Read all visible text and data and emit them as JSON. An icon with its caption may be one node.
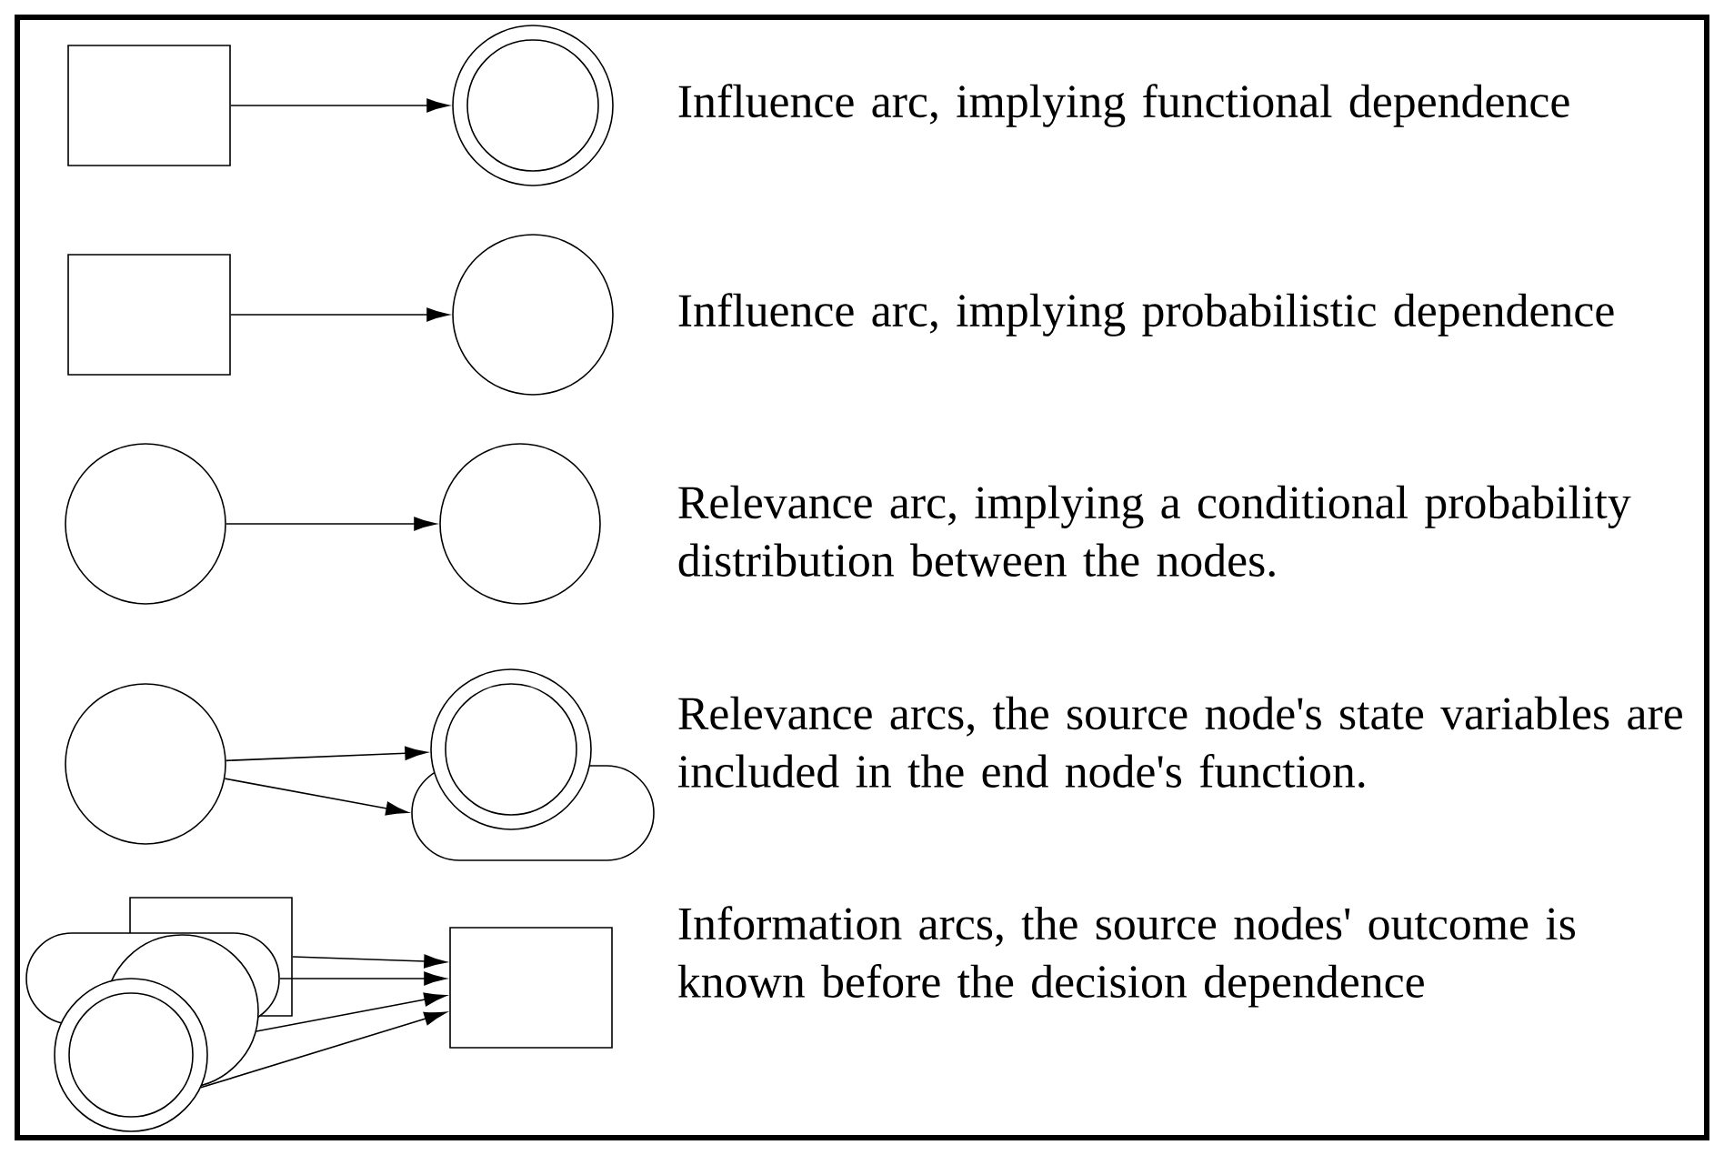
{
  "diagram": {
    "nodes": [
      {
        "text": [],
        "shape": "box"
      },
      {
        "text": [],
        "shape": "ring"
      },
      {
        "text": [],
        "shape": "box"
      },
      {
        "text": [],
        "shape": "circle"
      },
      {
        "text": [],
        "shape": "circle"
      },
      {
        "text": [],
        "shape": "circle"
      },
      {
        "text": [],
        "shape": "circle"
      },
      {
        "text": [],
        "shape": "ring"
      },
      {
        "text": [],
        "shape": "stadium"
      },
      {
        "text": [],
        "shape": "box"
      },
      {
        "text": [],
        "shape": "stadium"
      },
      {
        "text": [],
        "shape": "circle"
      },
      {
        "text": [],
        "shape": "ring"
      },
      {
        "text": [],
        "shape": "box"
      }
    ],
    "edges": [
      {
        "from": 0,
        "to": 1,
        "arrow": "to"
      },
      {
        "from": 2,
        "to": 3,
        "arrow": "to"
      },
      {
        "from": 4,
        "to": 5,
        "arrow": "to"
      },
      {
        "from": 6,
        "to": 7,
        "arrow": "to"
      },
      {
        "from": 6,
        "to": 8,
        "arrow": "to"
      },
      {
        "from": 9,
        "to": 13,
        "arrow": "to"
      },
      {
        "from": 10,
        "to": 13,
        "arrow": "to"
      },
      {
        "from": 11,
        "to": 13,
        "arrow": "to"
      },
      {
        "from": 12,
        "to": 13,
        "arrow": "to"
      }
    ],
    "labels": [
      "Influence arc, implying functional dependence",
      "Influence arc, implying probabilistic dependence",
      "Relevance arc, implying a conditional probability distribution between the nodes.",
      "Relevance arcs, the source node's state variables are included in the end node's function.",
      "Information arcs, the source nodes' outcome is known before the decision dependence"
    ]
  }
}
